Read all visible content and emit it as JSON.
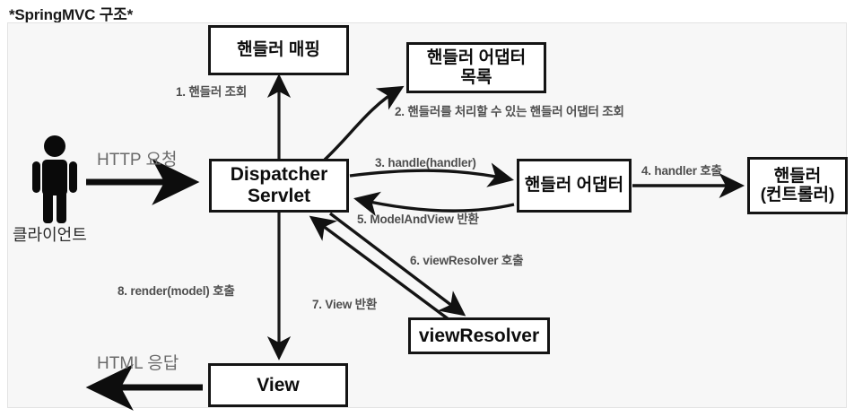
{
  "title": "*SpringMVC 구조*",
  "colors": {
    "frame_bg": "#f7f7f7",
    "frame_border": "#e3e3e3",
    "node_border": "#141414",
    "node_fill": "#ffffff",
    "step_label": "#4f4f4f",
    "io_label": "#6b6b6b",
    "actor": "#0a0a0a"
  },
  "nodes": {
    "handler_mapping": {
      "label": "핸들러 매핑"
    },
    "handler_adapter_list": {
      "line1": "핸들러 어댑터",
      "line2": "목록"
    },
    "dispatcher_servlet": {
      "line1": "Dispatcher",
      "line2": "Servlet"
    },
    "handler_adapter": {
      "label": "핸들러 어댑터"
    },
    "handler_controller": {
      "line1": "핸들러",
      "line2": "(컨트롤러)"
    },
    "view_resolver": {
      "label": "viewResolver"
    },
    "view": {
      "label": "View"
    }
  },
  "actor": {
    "label": "클라이언트",
    "icon": "person-icon"
  },
  "io_labels": {
    "request": "HTTP 요청",
    "response": "HTML 응답"
  },
  "steps": [
    {
      "n": 1,
      "text": "1. 핸들러 조회"
    },
    {
      "n": 2,
      "text": "2. 핸들러를 처리할 수 있는 핸들러 어댑터 조회"
    },
    {
      "n": 3,
      "text": "3. handle(handler)"
    },
    {
      "n": 4,
      "text": "4. handler 호출"
    },
    {
      "n": 5,
      "text": "5. ModelAndView 반환"
    },
    {
      "n": 6,
      "text": "6. viewResolver 호출"
    },
    {
      "n": 7,
      "text": "7. View 반환"
    },
    {
      "n": 8,
      "text": "8. render(model) 호출"
    }
  ],
  "chart_data": {
    "type": "diagram",
    "title": "*SpringMVC 구조*",
    "flow": [
      {
        "from": "클라이언트",
        "to": "Dispatcher Servlet",
        "label": "HTTP 요청"
      },
      {
        "from": "Dispatcher Servlet",
        "to": "핸들러 매핑",
        "label": "1. 핸들러 조회"
      },
      {
        "from": "Dispatcher Servlet",
        "to": "핸들러 어댑터 목록",
        "label": "2. 핸들러를 처리할 수 있는 핸들러 어댑터 조회"
      },
      {
        "from": "Dispatcher Servlet",
        "to": "핸들러 어댑터",
        "label": "3. handle(handler)"
      },
      {
        "from": "핸들러 어댑터",
        "to": "핸들러(컨트롤러)",
        "label": "4. handler 호출"
      },
      {
        "from": "핸들러 어댑터",
        "to": "Dispatcher Servlet",
        "label": "5. ModelAndView 반환"
      },
      {
        "from": "Dispatcher Servlet",
        "to": "viewResolver",
        "label": "6. viewResolver 호출"
      },
      {
        "from": "viewResolver",
        "to": "Dispatcher Servlet",
        "label": "7. View 반환"
      },
      {
        "from": "Dispatcher Servlet",
        "to": "View",
        "label": "8. render(model) 호출"
      },
      {
        "from": "View",
        "to": "클라이언트",
        "label": "HTML 응답"
      }
    ]
  }
}
